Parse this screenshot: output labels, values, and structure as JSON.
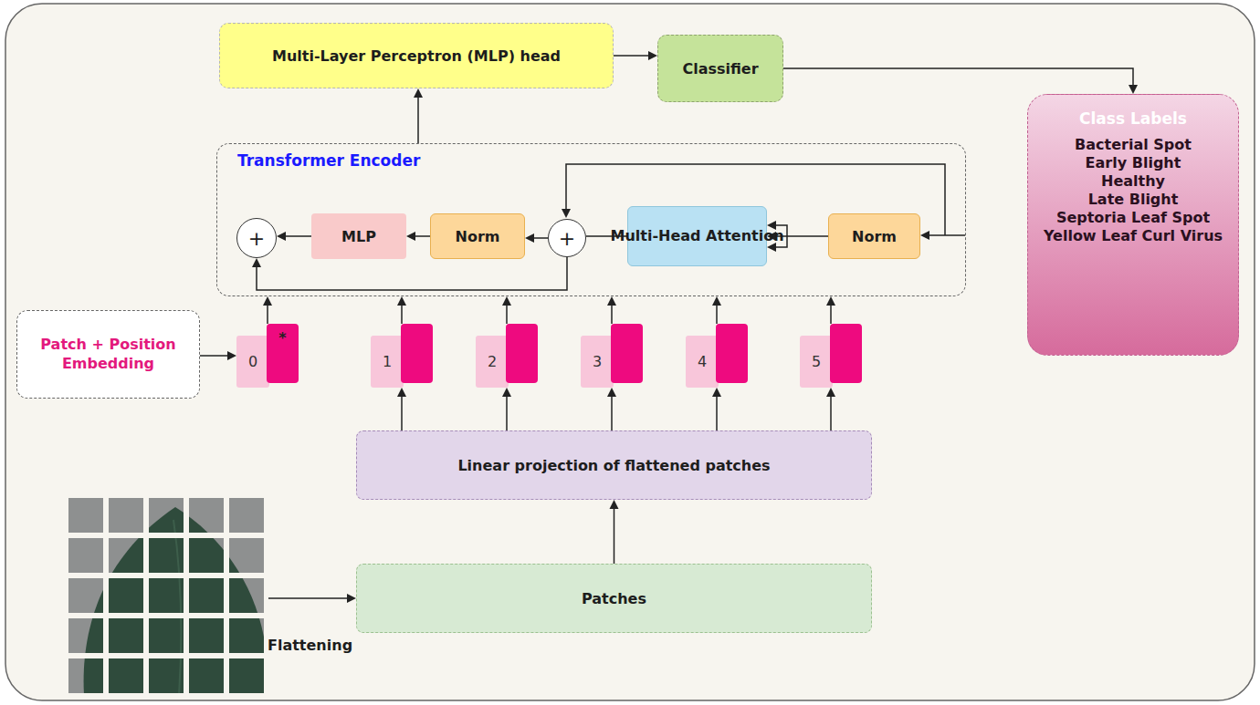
{
  "diagram": {
    "nodes": [
      {
        "text": [
          "Multi-Layer Perceptron (MLP) head"
        ]
      },
      {
        "text": [
          "Classifier"
        ]
      },
      {
        "text": [
          "Class Labels",
          "Bacterial Spot",
          "Early Blight",
          "Healthy",
          "Late Blight",
          "Septoria Leaf Spot",
          "Yellow Leaf Curl Virus"
        ]
      },
      {
        "text": [
          "Transformer Encoder"
        ]
      },
      {
        "text": [
          "+"
        ],
        "in": 3
      },
      {
        "text": [
          "MLP"
        ],
        "in": 3
      },
      {
        "text": [
          "Norm"
        ],
        "in": 3
      },
      {
        "text": [
          "+"
        ],
        "in": 3
      },
      {
        "text": [
          "Multi-Head Attention"
        ],
        "in": 3
      },
      {
        "text": [
          "Norm"
        ],
        "in": 3
      },
      {
        "text": [
          "Patch + Position Embedding"
        ]
      },
      {
        "text": [
          "0",
          "*"
        ]
      },
      {
        "text": [
          "1"
        ]
      },
      {
        "text": [
          "2"
        ]
      },
      {
        "text": [
          "3"
        ]
      },
      {
        "text": [
          "4"
        ]
      },
      {
        "text": [
          "5"
        ]
      },
      {
        "text": [
          "Linear projection of flattened patches"
        ]
      },
      {
        "text": [
          "Patches"
        ]
      }
    ],
    "edges": [
      {
        "from": 0,
        "to": 1,
        "arrow": "to"
      },
      {
        "from": 1,
        "to": 2,
        "arrow": "to"
      },
      {
        "from": 3,
        "to": 0,
        "arrow": "to"
      },
      {
        "from": 10,
        "to": 11,
        "arrow": "to"
      },
      {
        "from": 11,
        "to": 3,
        "arrow": "to"
      },
      {
        "from": 12,
        "to": 3,
        "arrow": "to"
      },
      {
        "from": 13,
        "to": 3,
        "arrow": "to"
      },
      {
        "from": 14,
        "to": 3,
        "arrow": "to"
      },
      {
        "from": 15,
        "to": 3,
        "arrow": "to"
      },
      {
        "from": 16,
        "to": 3,
        "arrow": "to"
      },
      {
        "from": 17,
        "to": 12,
        "arrow": "to"
      },
      {
        "from": 17,
        "to": 13,
        "arrow": "to"
      },
      {
        "from": 17,
        "to": 14,
        "arrow": "to"
      },
      {
        "from": 17,
        "to": 15,
        "arrow": "to"
      },
      {
        "from": 17,
        "to": 16,
        "arrow": "to"
      },
      {
        "from": 18,
        "to": 17,
        "arrow": "to"
      },
      {
        "from": 9,
        "to": 8,
        "arrow": "to"
      },
      {
        "from": 8,
        "to": 7,
        "arrow": "none"
      },
      {
        "from": 7,
        "to": 6,
        "arrow": "to"
      },
      {
        "from": 6,
        "to": 5,
        "arrow": "to"
      },
      {
        "from": 5,
        "to": 4,
        "arrow": "to"
      },
      {
        "from": 7,
        "to": 4,
        "arrow": "to"
      }
    ],
    "labels": [
      "Flattening"
    ]
  }
}
